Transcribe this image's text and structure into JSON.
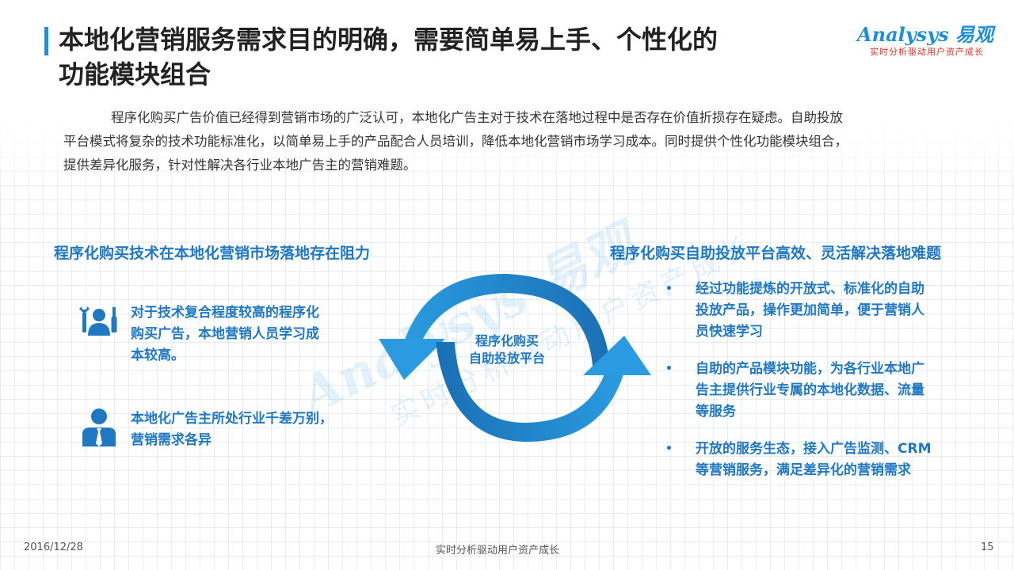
{
  "title_lines": [
    "本地化营销服务需求目的明确，需要简单易上手、个性化的",
    "功能模块组合"
  ],
  "logo": {
    "brand": "Analysys 易观",
    "tagline": "实时分析驱动用户资产成长"
  },
  "intro_lines": [
    "程序化购买广告价值已经得到营销市场的广泛认可，本地化广告主对于技术在落地过程中是否存在价值折损存在疑虑。自助投放",
    "平台模式将复杂的技术功能标准化，以简单易上手的产品配合人员培训，降低本地化营销市场学习成本。同时提供个性化功能模块组合，",
    "提供差异化服务，针对性解决各行业本地广告主的营销难题。"
  ],
  "left": {
    "heading": "程序化购买技术在本地化营销市场落地存在阻力",
    "points": [
      {
        "icon": "technician-tools-icon",
        "lines": [
          "对于技术复合程度较高的程序化",
          "购买广告，本地营销人员学习成",
          "本较高。"
        ]
      },
      {
        "icon": "businessman-icon",
        "lines": [
          "本地化广告主所处行业千差万别，",
          "营销需求各异"
        ]
      }
    ]
  },
  "center": {
    "label_lines": [
      "程序化购买",
      "自助投放平台"
    ]
  },
  "right": {
    "heading": "程序化购买自助投放平台高效、灵活解决落地难题",
    "bullet_symbol": "•",
    "bullets": [
      {
        "lines": [
          "经过功能提炼的开放式、标准化的自助",
          "投放产品，操作更加简单，便于营销人",
          "员快速学习"
        ]
      },
      {
        "lines": [
          "自助的产品模块功能，为各行业本地广",
          "告主提供行业专属的本地化数据、流量",
          "等服务"
        ]
      },
      {
        "lines": [
          "开放的服务生态，接入广告监测、CRM",
          "等营销服务，满足差异化的营销需求"
        ]
      }
    ]
  },
  "footer": {
    "date": "2016/12/28",
    "slogan": "实时分析驱动用户资产成长",
    "page": "15"
  },
  "colors": {
    "accent": "#1f78c1",
    "brand_blue": "#1f8fd8",
    "brand_red": "#e0312b"
  }
}
